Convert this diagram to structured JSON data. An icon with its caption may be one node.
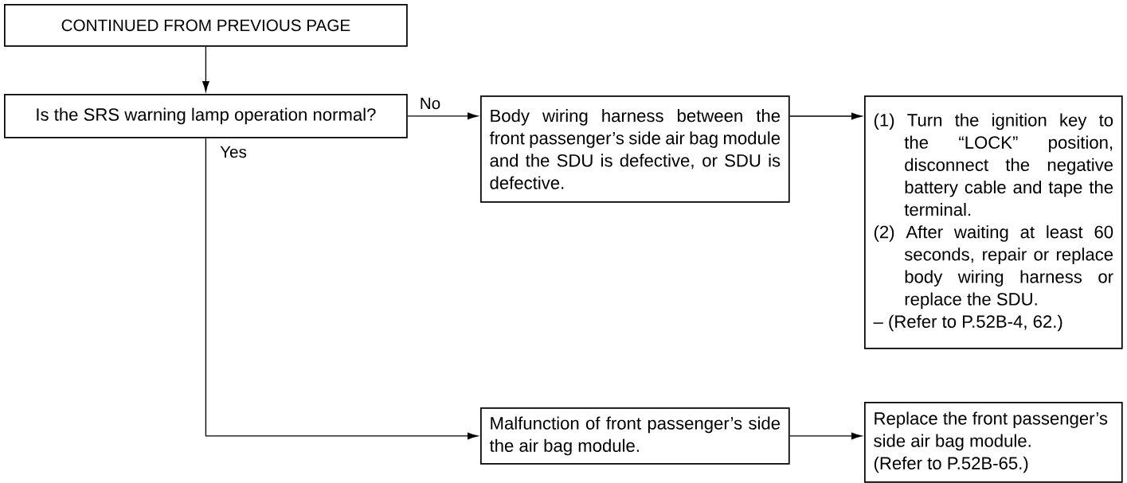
{
  "diagram": {
    "nodes": [
      {
        "text": [
          "CONTINUED FROM PREVIOUS PAGE"
        ]
      },
      {
        "text": [
          "Is the SRS warning lamp operation normal?"
        ]
      },
      {
        "text": [
          "Body wiring harness between the front passenger’s side air bag module and the SDU is defective, or SDU is defective."
        ]
      },
      {
        "text": [
          "(1) Turn the ignition key to the “LOCK” position, disconnect the negative battery cable and tape the terminal.",
          "(2) After waiting at least 60 seconds, repair or replace body wiring harness or replace the SDU.",
          "– (Refer to P.52B-4, 62.)"
        ]
      },
      {
        "text": [
          "Malfunction of front passenger’s side the air bag module."
        ]
      },
      {
        "text": [
          "Replace the front passenger’s side air bag module.",
          "(Refer to P.52B-65.)"
        ]
      }
    ],
    "edges": [
      {
        "from": 0,
        "to": 1,
        "arrow": "to"
      },
      {
        "from": 1,
        "to": 2,
        "arrow": "to",
        "label": "No"
      },
      {
        "from": 2,
        "to": 3,
        "arrow": "to"
      },
      {
        "from": 1,
        "to": 4,
        "arrow": "to",
        "label": "Yes"
      },
      {
        "from": 4,
        "to": 5,
        "arrow": "to"
      }
    ]
  }
}
